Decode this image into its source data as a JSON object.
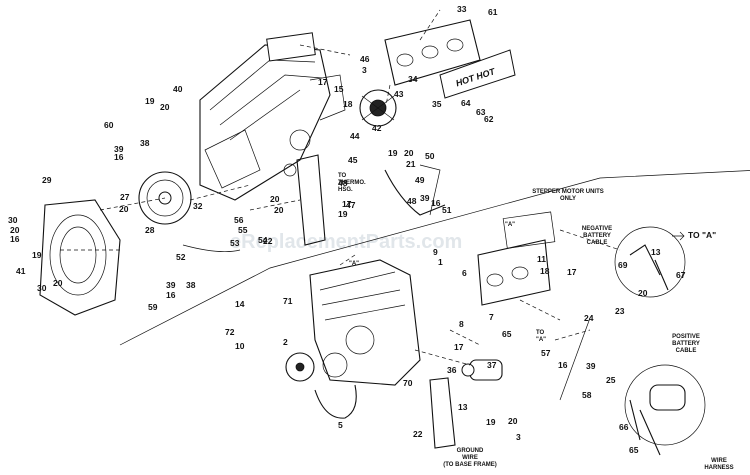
{
  "watermark": "eReplacementParts.com",
  "warning_plate": "HOT HOT",
  "notes": {
    "stepper_motor": [
      "STEPPER MOTOR UNITS",
      "ONLY"
    ],
    "to_thermo": [
      "TO",
      "THERMO.",
      "HSG."
    ],
    "negative_cable": [
      "NEGATIVE",
      "BATTERY",
      "CABLE"
    ],
    "positive_cable": [
      "POSITIVE",
      "BATTERY",
      "CABLE"
    ],
    "wire_harness": [
      "WIRE",
      "HARNESS"
    ],
    "ground_wire": [
      "GROUND",
      "WIRE",
      "(TO BASE FRAME)"
    ],
    "to_a_big": "TO \"A\"",
    "to_a_small": [
      "TO",
      "\"A\""
    ],
    "a_marker_top": "\"A\"",
    "a_marker_stepper": "\"A\""
  },
  "callouts": [
    "33",
    "61",
    "46",
    "3",
    "34",
    "18",
    "15",
    "43",
    "40",
    "19",
    "20",
    "17",
    "35",
    "64",
    "63",
    "62",
    "60",
    "16",
    "38",
    "39",
    "42",
    "44",
    "45",
    "19",
    "20",
    "21",
    "50",
    "49",
    "39",
    "16",
    "51",
    "29",
    "27",
    "20",
    "32",
    "48",
    "47",
    "48",
    "30",
    "20",
    "16",
    "28",
    "56",
    "55",
    "54",
    "53",
    "22",
    "20",
    "19",
    "17",
    "20",
    "41",
    "19",
    "52",
    "30",
    "20",
    "59",
    "39",
    "16",
    "38",
    "9",
    "6",
    "1",
    "11",
    "17",
    "18",
    "13",
    "69",
    "67",
    "20",
    "14",
    "71",
    "72",
    "10",
    "2",
    "8",
    "7",
    "65",
    "17",
    "57",
    "16",
    "24",
    "23",
    "39",
    "25",
    "36",
    "37",
    "70",
    "5",
    "22",
    "13",
    "19",
    "20",
    "3",
    "58",
    "66",
    "65"
  ]
}
